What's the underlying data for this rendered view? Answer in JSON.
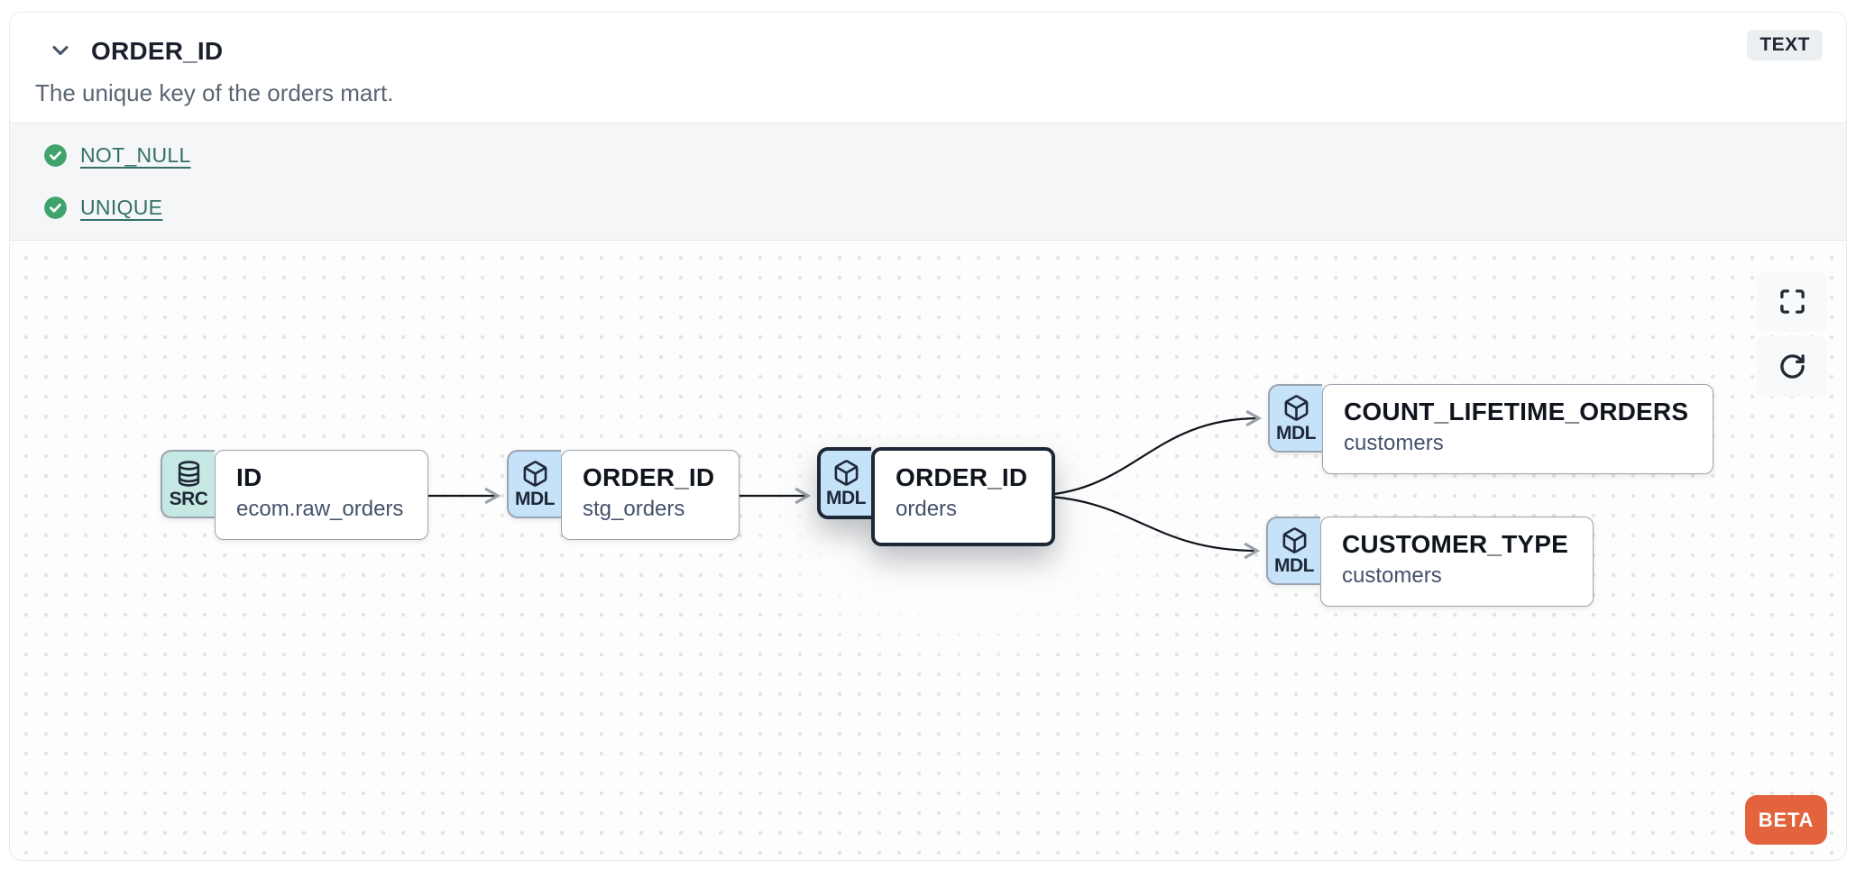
{
  "header": {
    "title": "ORDER_ID",
    "description": "The unique key of the orders mart.",
    "type_badge": "TEXT"
  },
  "checks": [
    {
      "label": "NOT_NULL",
      "status": "passed"
    },
    {
      "label": "UNIQUE",
      "status": "passed"
    }
  ],
  "lineage": {
    "nodes": [
      {
        "badge": "SRC",
        "icon": "database",
        "title": "ID",
        "subtitle": "ecom.raw_orders",
        "highlighted": false
      },
      {
        "badge": "MDL",
        "icon": "cube",
        "title": "ORDER_ID",
        "subtitle": "stg_orders",
        "highlighted": false
      },
      {
        "badge": "MDL",
        "icon": "cube",
        "title": "ORDER_ID",
        "subtitle": "orders",
        "highlighted": true
      },
      {
        "badge": "MDL",
        "icon": "cube",
        "title": "COUNT_LIFETIME_ORDERS",
        "subtitle": "customers",
        "highlighted": false
      },
      {
        "badge": "MDL",
        "icon": "cube",
        "title": "CUSTOMER_TYPE",
        "subtitle": "customers",
        "highlighted": false
      }
    ],
    "beta_label": "BETA"
  },
  "colors": {
    "accent_orange": "#e2633c",
    "check_green": "#40a36b",
    "link_teal": "#356f68",
    "badge_teal_bg": "#c6e8e2",
    "badge_blue_bg": "#c5e2f8",
    "highlight_border": "#1c2836",
    "edge": "#10151d",
    "arrowhead": "#97a1ab"
  }
}
